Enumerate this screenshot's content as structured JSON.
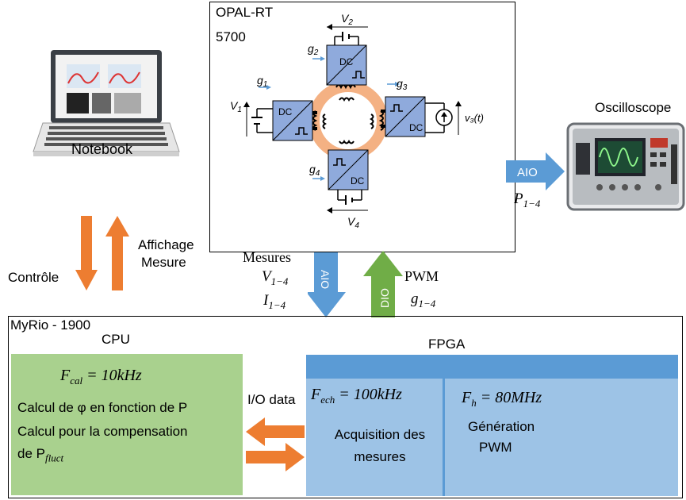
{
  "notebook": {
    "label": "Notebook"
  },
  "left_arrows": {
    "control": "Contrôle",
    "display_line1": "Affichage",
    "display_line2": "Mesure"
  },
  "opal": {
    "title_line1": "OPAL-RT",
    "title_line2": "5700",
    "dc": "DC",
    "v1": "V",
    "v1_sub": "1",
    "v2": "V",
    "v2_sub": "2",
    "v4": "V",
    "v4_sub": "4",
    "v3t": "v₃(t)",
    "g1": "g",
    "g1_sub": "1",
    "g2": "g",
    "g2_sub": "2",
    "g3": "g",
    "g3_sub": "3",
    "g4": "g",
    "g4_sub": "4"
  },
  "oscilloscope": {
    "label": "Oscilloscope",
    "aio": "AIO",
    "p_main": "P",
    "p_sub": "1−4"
  },
  "middle_arrows": {
    "mesures": "Mesures",
    "v_main": "V",
    "v_sub": "1−4",
    "i_main": "I",
    "i_sub": "1−4",
    "aio": "AIO",
    "dio": "DIO",
    "pwm": "PWM",
    "g_main": "g",
    "g_sub": "1−4"
  },
  "myrio": {
    "title": "MyRio - 1900",
    "cpu": {
      "label": "CPU",
      "fcal_main": "F",
      "fcal_sub": "cal",
      "fcal_val": " = 10kHz",
      "line1": "Calcul de φ en fonction de P",
      "line2": "Calcul pour la compensation",
      "line3_prefix": "de P",
      "line3_sub": "fluct"
    },
    "io_data": "I/O data",
    "fpga": {
      "label": "FPGA",
      "fech_main": "F",
      "fech_sub": "ech",
      "fech_val": " = 100kHz",
      "acq_line1": "Acquisition des",
      "acq_line2": "mesures",
      "fh_main": "F",
      "fh_sub": "h",
      "fh_val": " = 80MHz",
      "gen_line1": "Génération",
      "gen_line2": "PWM"
    }
  },
  "colors": {
    "orange_arrow": "#ed7d31",
    "blue_arrow": "#5b9bd5",
    "green_arrow": "#70ad47",
    "cpu_fill": "#a9d18e",
    "fpga_fill": "#9dc3e6",
    "fpga_header": "#5b9bd5",
    "converter_fill": "#8faadc",
    "ring": "#f4b183"
  }
}
